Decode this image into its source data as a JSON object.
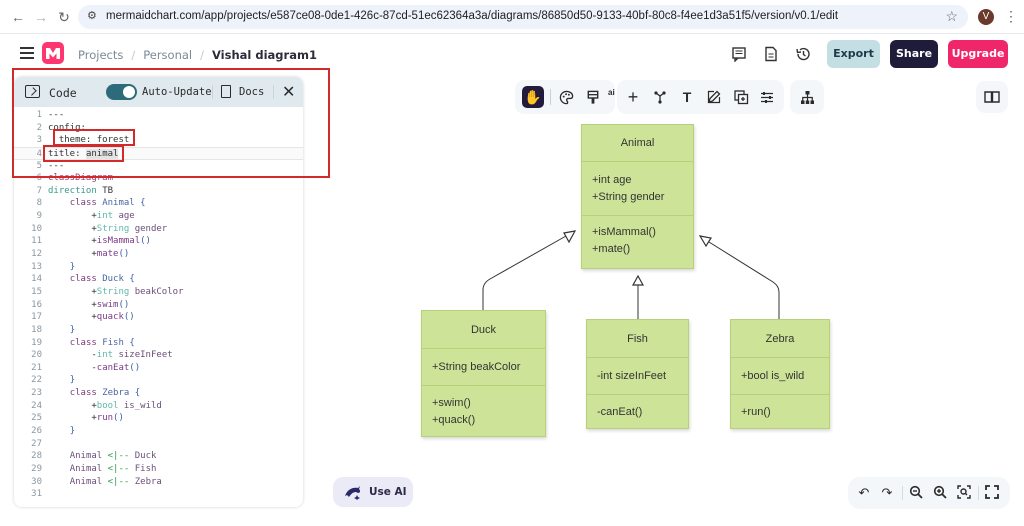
{
  "browser": {
    "back_icon": "←",
    "forward_icon": "→",
    "reload_icon": "↻",
    "url": "mermaidchart.com/app/projects/e587ce08-0de1-426c-87cd-51ec62364a3a/diagrams/86850d50-9133-40bf-80c8-f4ee1d3a51f5/version/v0.1/edit",
    "avatar_letter": "V"
  },
  "header": {
    "breadcrumb": [
      "Projects",
      "Personal",
      "Vishal diagram1"
    ],
    "separator": "/",
    "export_label": "Export",
    "share_label": "Share",
    "upgrade_label": "Upgrade"
  },
  "code_panel": {
    "title": "Code",
    "auto_update_label": "Auto-Update",
    "auto_update_on": true,
    "docs_label": "Docs",
    "close_icon": "✕",
    "lines": [
      "---",
      "config:",
      "  theme: forest",
      "title: animal",
      "---",
      "classDiagram",
      "direction TB",
      "    class Animal {",
      "        +int age",
      "        +String gender",
      "        +isMammal()",
      "        +mate()",
      "    }",
      "    class Duck {",
      "        +String beakColor",
      "        +swim()",
      "        +quack()",
      "    }",
      "    class Fish {",
      "        -int sizeInFeet",
      "        -canEat()",
      "    }",
      "    class Zebra {",
      "        +bool is_wild",
      "        +run()",
      "    }",
      "",
      "    Animal <|-- Duck",
      "    Animal <|-- Fish",
      "    Animal <|-- Zebra",
      ""
    ]
  },
  "toolbar": {
    "ai_badge": "ai"
  },
  "diagram": {
    "theme": "forest",
    "fill_color": "#cde498",
    "classes": {
      "animal": {
        "name": "Animal",
        "attributes": [
          "+int age",
          "+String gender"
        ],
        "methods": [
          "+isMammal()",
          "+mate()"
        ]
      },
      "duck": {
        "name": "Duck",
        "attributes": [
          "+String beakColor"
        ],
        "methods": [
          "+swim()",
          "+quack()"
        ]
      },
      "fish": {
        "name": "Fish",
        "attributes": [
          "-int sizeInFeet"
        ],
        "methods": [
          "-canEat()"
        ]
      },
      "zebra": {
        "name": "Zebra",
        "attributes": [
          "+bool is_wild"
        ],
        "methods": [
          "+run()"
        ]
      }
    },
    "relations": [
      {
        "from": "Duck",
        "to": "Animal",
        "type": "inheritance"
      },
      {
        "from": "Fish",
        "to": "Animal",
        "type": "inheritance"
      },
      {
        "from": "Zebra",
        "to": "Animal",
        "type": "inheritance"
      }
    ]
  },
  "bottom": {
    "use_ai_label": "Use AI"
  }
}
